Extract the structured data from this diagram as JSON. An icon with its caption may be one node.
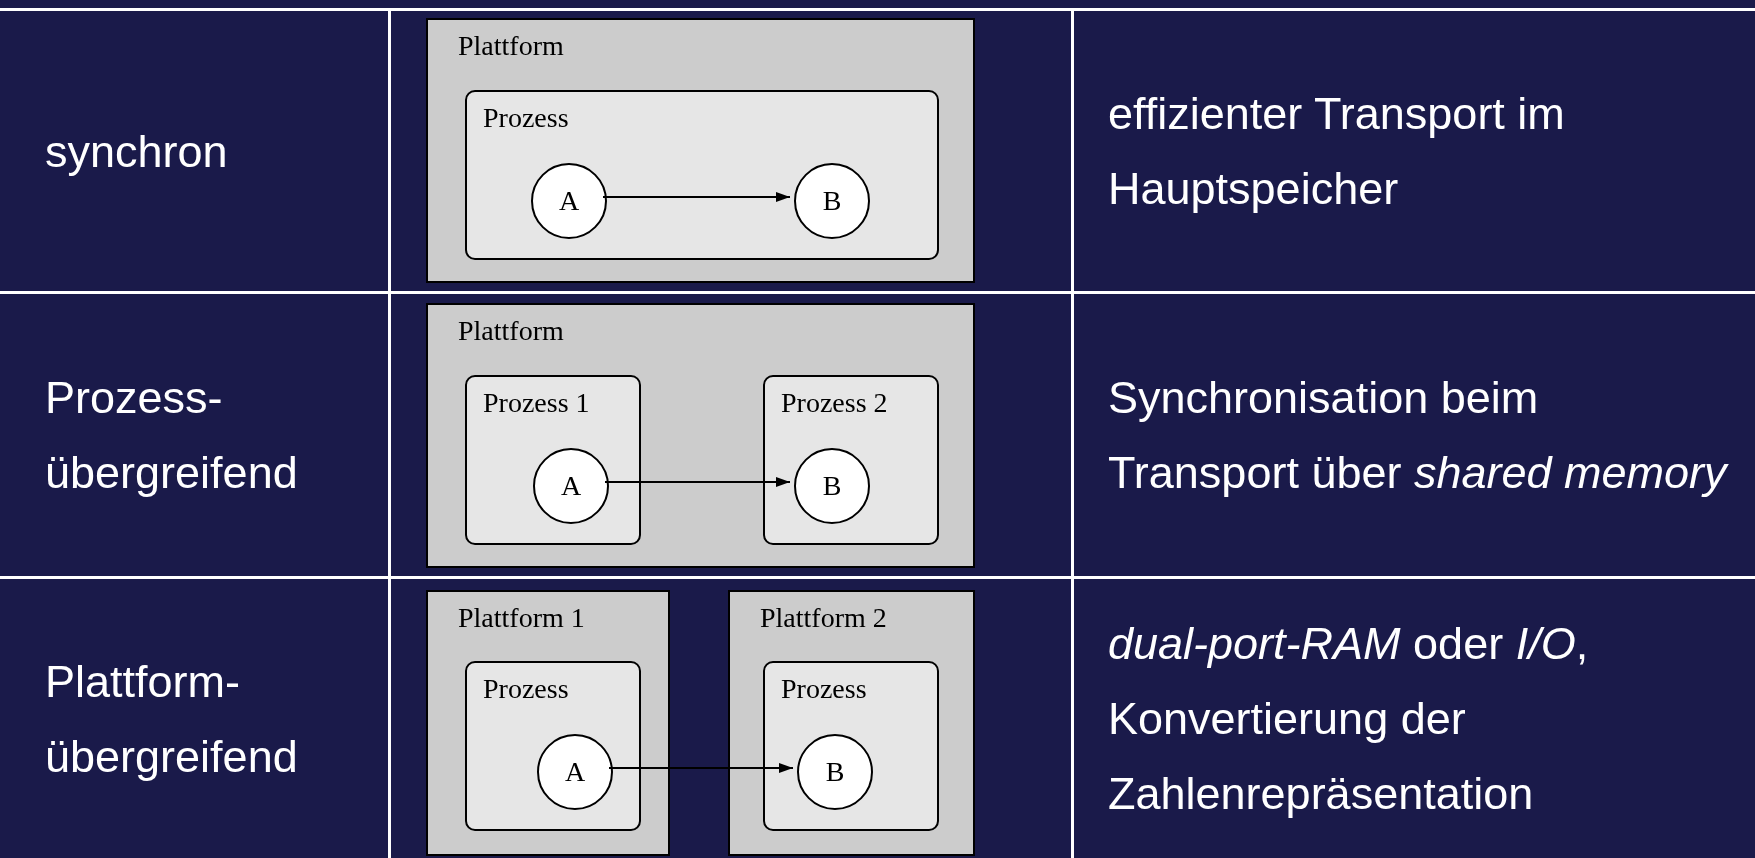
{
  "diagram": {
    "nodes": [
      {
        "text": [
          "Plattform"
        ]
      },
      {
        "text": [
          "Prozess"
        ],
        "in": 0
      },
      {
        "text": [
          "A"
        ],
        "in": 1
      },
      {
        "text": [
          "B"
        ],
        "in": 1
      },
      {
        "text": [
          "Plattform"
        ]
      },
      {
        "text": [
          "Prozess 1"
        ],
        "in": 4
      },
      {
        "text": [
          "A"
        ],
        "in": 5
      },
      {
        "text": [
          "Prozess 2"
        ],
        "in": 4
      },
      {
        "text": [
          "B"
        ],
        "in": 7
      },
      {
        "text": [
          "Plattform 1"
        ]
      },
      {
        "text": [
          "Prozess"
        ],
        "in": 9
      },
      {
        "text": [
          "A"
        ],
        "in": 10
      },
      {
        "text": [
          "Plattform 2"
        ]
      },
      {
        "text": [
          "Prozess"
        ],
        "in": 12
      },
      {
        "text": [
          "B"
        ],
        "in": 13
      }
    ],
    "edges": [
      {
        "from": 2,
        "to": 3,
        "arrow": "to"
      },
      {
        "from": 6,
        "to": 8,
        "arrow": "to"
      },
      {
        "from": 11,
        "to": 14,
        "arrow": "to"
      }
    ],
    "labels": [
      "synchron",
      "effizienter Transport im Hauptspeicher",
      "Prozess-übergreifend",
      "Synchronisation beim Transport über *shared memory*",
      "Plattform-übergreifend",
      "*dual-port-RAM* oder *I/O*, Konvertierung der Zahlenrepräsentation"
    ]
  }
}
